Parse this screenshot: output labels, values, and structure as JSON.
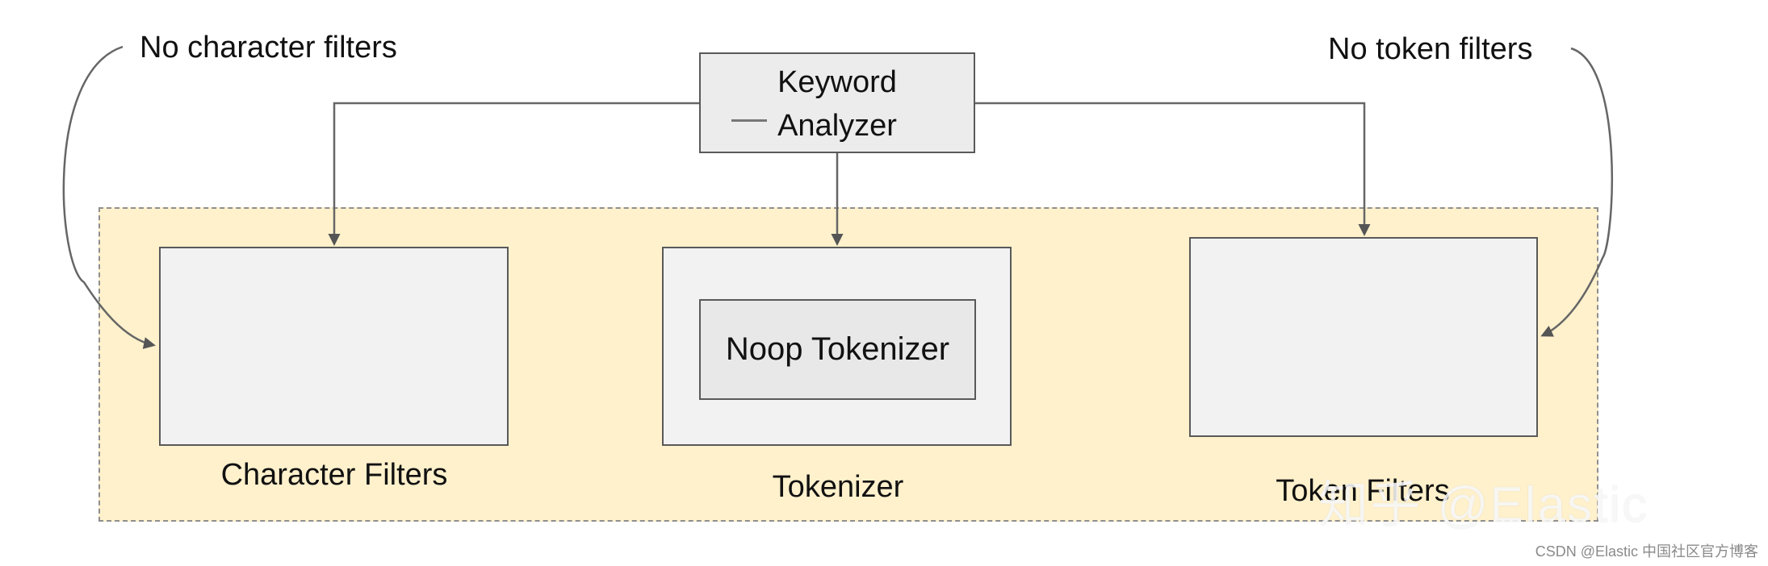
{
  "diagram": {
    "analyzer": {
      "title_line1": "Keyword",
      "title_line2": "Analyzer"
    },
    "annotations": {
      "left": "No character filters",
      "right": "No token filters"
    },
    "stages": [
      {
        "label": "Character Filters"
      },
      {
        "label": "Tokenizer",
        "inner": "Noop Tokenizer"
      },
      {
        "label": "Token Filters"
      }
    ]
  },
  "watermark": {
    "text": "知乎 @Elastic"
  },
  "footer": {
    "note": "CSDN @Elastic 中国社区官方博客"
  }
}
